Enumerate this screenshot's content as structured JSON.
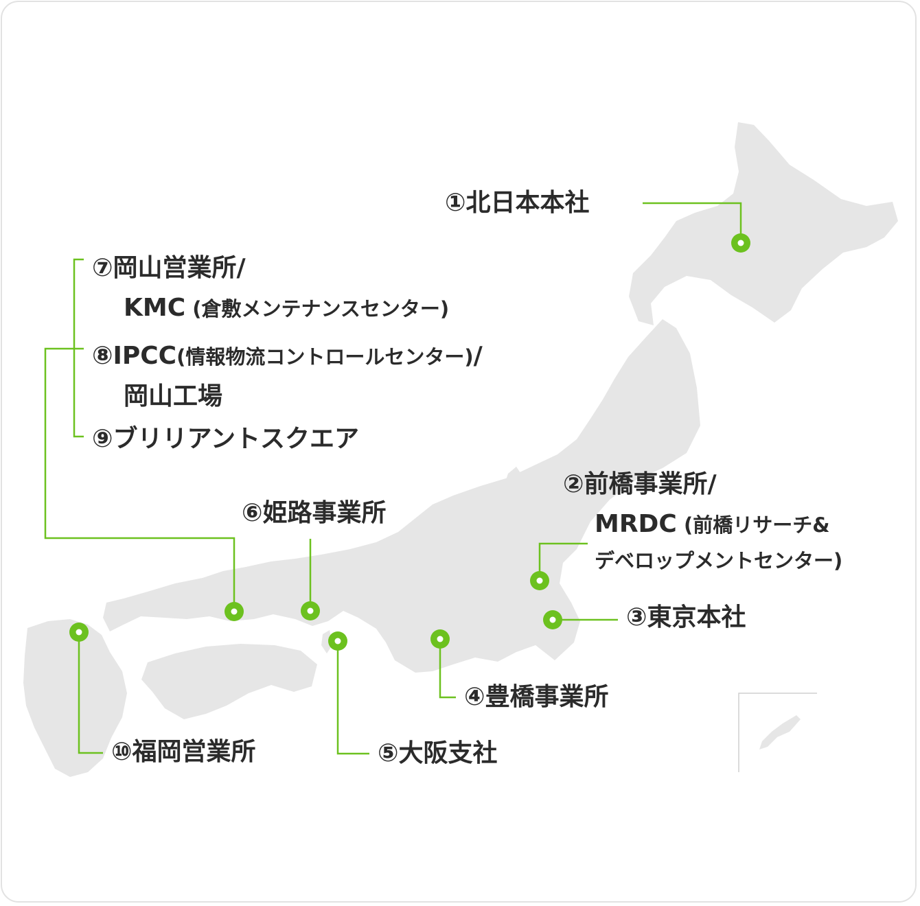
{
  "locations": [
    {
      "num": "①",
      "lines": [
        "北日本本社"
      ]
    },
    {
      "num": "②",
      "lines": [
        "前橋事業所/"
      ],
      "sub_main": "MRDC",
      "sub_small": " (前橋リサーチ&",
      "sub_small2": "デベロップメントセンター)"
    },
    {
      "num": "③",
      "lines": [
        "東京本社"
      ]
    },
    {
      "num": "④",
      "lines": [
        "豊橋事業所"
      ]
    },
    {
      "num": "⑤",
      "lines": [
        "大阪支社"
      ]
    },
    {
      "num": "⑥",
      "lines": [
        "姫路事業所"
      ]
    },
    {
      "num": "⑦",
      "lines": [
        "岡山営業所/"
      ],
      "sub_main": "KMC",
      "sub_small": " (倉敷メンテナンスセンター)"
    },
    {
      "num": "⑧",
      "main": "IPCC",
      "small": "(情報物流コントロールセンター)",
      "tail": "/",
      "line2": "岡山工場"
    },
    {
      "num": "⑨",
      "lines": [
        "ブリリアントスクエア"
      ]
    },
    {
      "num": "⑩",
      "lines": [
        "福岡営業所"
      ]
    }
  ],
  "colors": {
    "accent": "#6cc11f",
    "land": "#e6e6e6",
    "text": "#2b2b2b",
    "frame": "#e2e2e2"
  }
}
